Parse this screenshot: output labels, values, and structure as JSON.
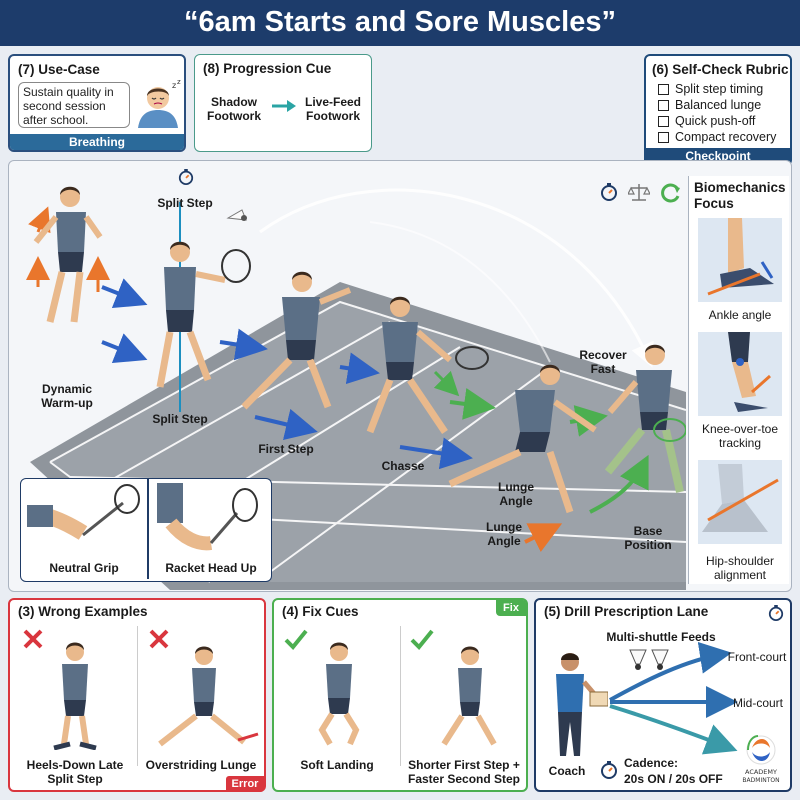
{
  "title": "“6am Starts and Sore Muscles”",
  "use_case": {
    "heading": "(7) Use-Case",
    "text": "Sustain quality in second session after school.",
    "footer": "Breathing"
  },
  "progression": {
    "heading": "(8) Progression Cue",
    "from": "Shadow Footwork",
    "to": "Live-Feed Footwork"
  },
  "rubric": {
    "heading": "(6) Self-Check Rubric",
    "items": [
      "Split step timing",
      "Balanced lunge",
      "Quick push-off",
      "Compact recovery"
    ],
    "footer": "Checkpoint"
  },
  "sequence": {
    "top_label": "Split Step",
    "labels": {
      "warmup": "Dynamic Warm-up",
      "split": "Split Step",
      "first": "First Step",
      "chasse": "Chasse",
      "lunge_upper": "Lunge Angle",
      "lunge_lower": "Lunge Angle",
      "recover": "Recover Fast",
      "base": "Base Position"
    }
  },
  "grip": {
    "neutral": "Neutral Grip",
    "racket_up": "Racket Head Up"
  },
  "biomech": {
    "heading": "Biomechanics Focus",
    "items": [
      "Ankle angle",
      "Knee-over-toe tracking",
      "Hip-shoulder alignment"
    ]
  },
  "wrong": {
    "heading": "(3) Wrong Examples",
    "items": [
      "Heels-Down Late Split Step",
      "Overstriding Lunge"
    ],
    "badge": "Error"
  },
  "fix": {
    "heading": "(4) Fix Cues",
    "badge": "Fix",
    "items": [
      "Soft Landing",
      "Shorter First Step + Faster Second Step"
    ]
  },
  "drill": {
    "heading": "(5) Drill Prescription Lane",
    "feeds": "Multi-shuttle Feeds",
    "targets": [
      "Front-court",
      "Mid-court"
    ],
    "coach": "Coach",
    "cadence_label": "Cadence:",
    "cadence_value": "20s ON / 20s OFF"
  },
  "logo": {
    "line1": "ACADEMY",
    "line2": "BADMINTON"
  },
  "colors": {
    "navy": "#1d3c6b",
    "blue_arrow": "#2f62c4",
    "orange_arrow": "#e9762c",
    "green_arrow": "#4caf50",
    "error_red": "#d9363e",
    "fix_green": "#4caf50"
  }
}
